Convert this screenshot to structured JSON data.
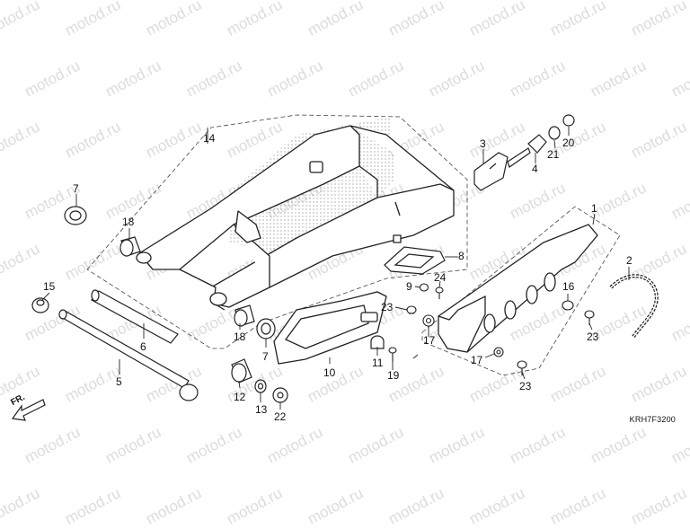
{
  "watermark": "motod.ru",
  "diagram_code": "KRH7F3200",
  "front_marker": "FR.",
  "callouts": {
    "c1": "1",
    "c2": "2",
    "c3": "3",
    "c4": "4",
    "c5": "5",
    "c6": "6",
    "c7a": "7",
    "c7b": "7",
    "c8": "8",
    "c9": "9",
    "c10": "10",
    "c11": "11",
    "c12": "12",
    "c13": "13",
    "c14": "14",
    "c15": "15",
    "c16": "16",
    "c17a": "17",
    "c17b": "17",
    "c18a": "18",
    "c18b": "18",
    "c19": "19",
    "c20": "20",
    "c21": "21",
    "c22": "22",
    "c23a": "23",
    "c23b": "23",
    "c23c": "23",
    "c24": "24"
  }
}
